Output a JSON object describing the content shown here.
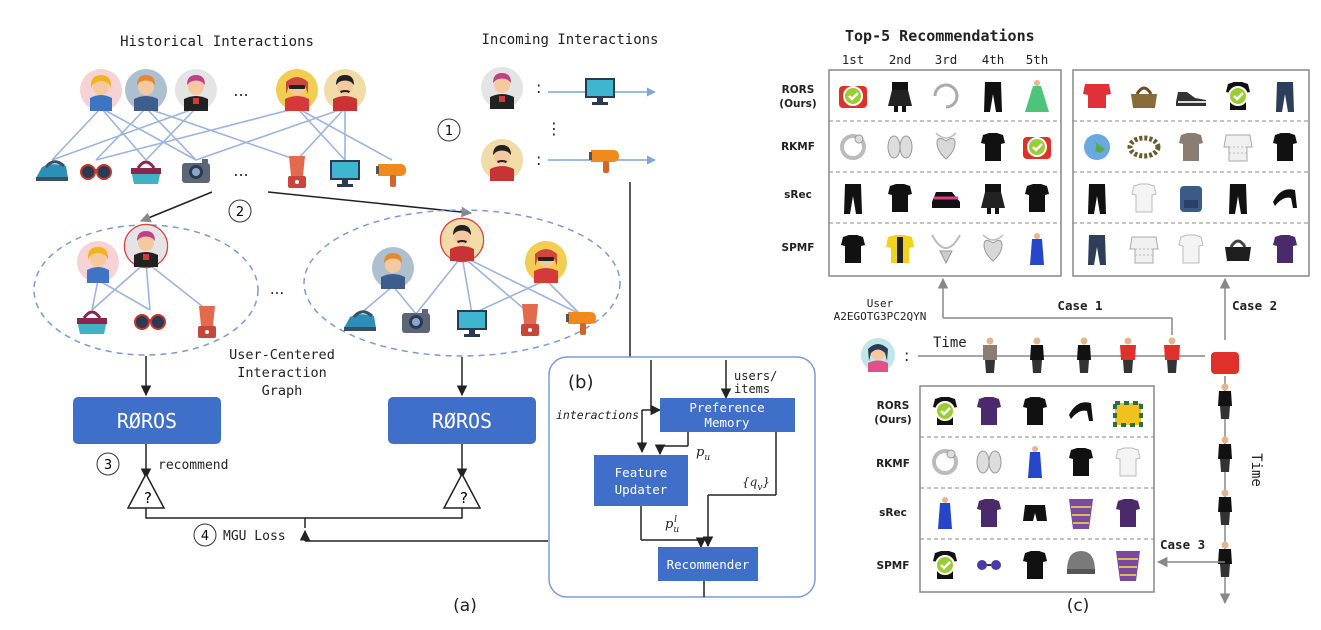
{
  "panel_a": {
    "historical_title": "Historical Interactions",
    "incoming_title": "Incoming Interactions",
    "ellipsis": "...",
    "vdots": "⋮",
    "colon": ":",
    "step1": "1",
    "step2": "2",
    "step3": "3",
    "step4": "4",
    "graph_caption_1": "User-Centered",
    "graph_caption_2": "Interaction",
    "graph_caption_3": "Graph",
    "model_name": "RØROS",
    "recommend_label": "recommend",
    "question_mark": "?",
    "loss_label": "MGU Loss",
    "panel_label": "(a)"
  },
  "panel_b": {
    "panel_label": "(b)",
    "users_items": "users/",
    "users_items_2": "items",
    "interactions": "interactions",
    "preference_memory_1": "Preference",
    "preference_memory_2": "Memory",
    "feature_updater_1": "Feature",
    "feature_updater_2": "Updater",
    "recommender": "Recommender",
    "p_u": "p",
    "p_u_sub": "u",
    "q_v": "{q",
    "q_v_sub": "v",
    "q_v_close": "}",
    "p_ul": "p",
    "p_ul_sub": "u",
    "p_ul_sup": "l"
  },
  "panel_c": {
    "title": "Top-5 Recommendations",
    "ranks": [
      "1st",
      "2nd",
      "3rd",
      "4th",
      "5th"
    ],
    "methods": [
      "RORS",
      "RKMF",
      "sRec",
      "SPMF"
    ],
    "ours": "(Ours)",
    "user_label": "User",
    "user_id": "A2EGOTG3PC2QYN",
    "time_label": "Time",
    "case1": "Case 1",
    "case2": "Case 2",
    "case3": "Case 3",
    "panel_label": "(c)"
  },
  "colors": {
    "edge": "#9db4dc",
    "dashed": "#7b9bd6",
    "box_blue": "#3f6fc8",
    "arrow": "#222222",
    "grid": "#888888",
    "check": "#9acd32"
  },
  "icons": {
    "users": [
      "female-user-icon",
      "male-user-icon",
      "female-user-icon",
      "hipster-user-icon",
      "male-user-icon"
    ],
    "items": [
      "iron-icon",
      "glasses-icon",
      "handbag-icon",
      "camera-icon",
      "blender-icon",
      "monitor-icon",
      "hairdryer-icon"
    ],
    "product_images": "clothing-product-photo-icon",
    "checkmark": "check-icon"
  }
}
